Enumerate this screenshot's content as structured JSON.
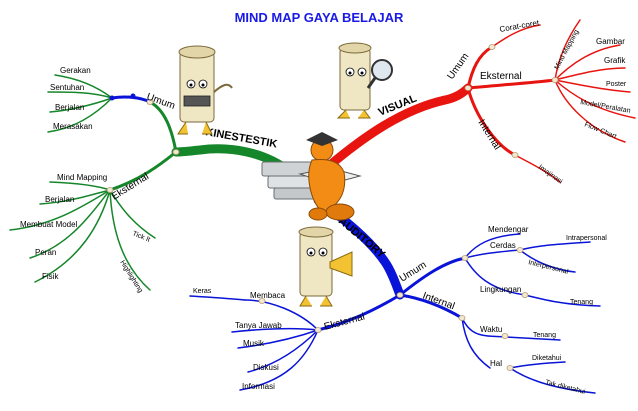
{
  "title": "MIND MAP GAYA BELAJAR",
  "main_branches": {
    "visual": "VISUAL",
    "kinestetik": "KINESTESTIK",
    "auditory": "AUDITORY"
  },
  "visual": {
    "umum": "Umum",
    "corat_coret": "Corat-coret",
    "eksternal": "Eksternal",
    "eksternal_items": [
      "Mind Mapping",
      "Gambar",
      "Grafik",
      "Poster",
      "Model/Peralatan",
      "Flow Chart"
    ],
    "internal": "Internal",
    "imajinasi": "Imajinasi"
  },
  "kinestetik": {
    "umum": "Umum",
    "umum_items": [
      "Gerakan",
      "Sentuhan",
      "Berjalan",
      "Merasakan"
    ],
    "eksternal": "Eksternal",
    "eksternal_items": [
      "Mind Mapping",
      "Berjalan",
      "Membuat Model",
      "Peran",
      "Fisik",
      "Highlighting",
      "Tick It"
    ]
  },
  "auditory": {
    "umum": "Umum",
    "mendengar": "Mendengar",
    "cerdas": "Cerdas",
    "intrapersonal": "Intrapersonal",
    "interpersonal": "Interpersonal",
    "lingkungan": "Lingkungan",
    "tenang": "Tenang",
    "internal": "Internal",
    "waktu": "Waktu",
    "waktu_tenang": "Tenang",
    "hal": "Hal",
    "diketahui": "Diketahui",
    "tak_diketahui": "Tak diketahui",
    "eksternal": "Eksternal",
    "keras": "Keras",
    "eksternal_items": [
      "Membaca",
      "Tanya Jawab",
      "Musik",
      "Diskusi",
      "Informasi"
    ]
  },
  "colors": {
    "visual": "#e8140f",
    "kinestetik": "#15862a",
    "auditory": "#0a14d8",
    "title": "#1a1ae6"
  },
  "icons": [
    "scroll-character-icon",
    "magnifier-character-icon",
    "megaphone-character-icon",
    "reading-figure-icon"
  ]
}
